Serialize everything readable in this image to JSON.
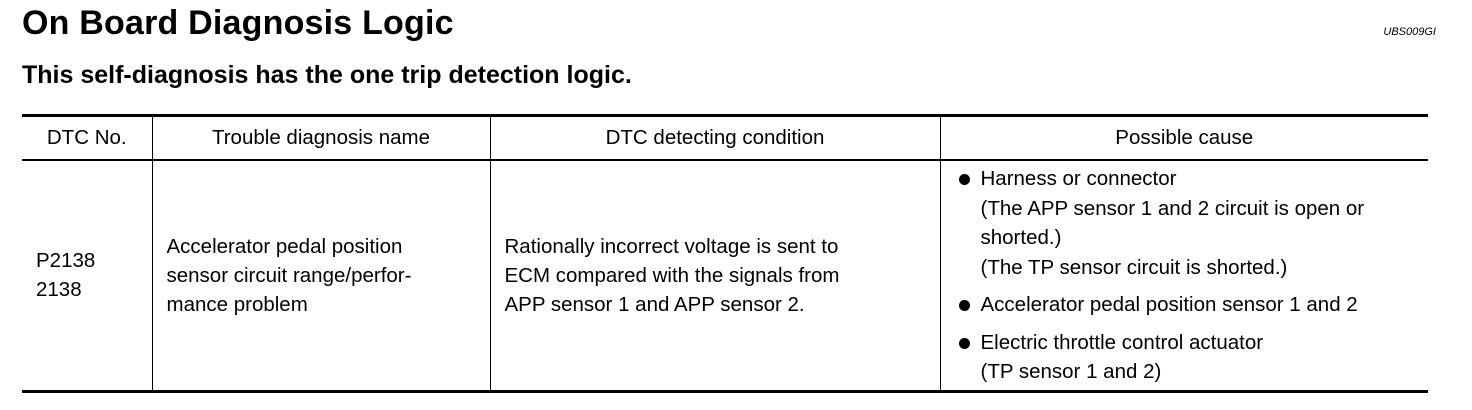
{
  "page": {
    "title": "On Board Diagnosis Logic",
    "ref_code": "UBS009GI",
    "subtitle": "This self-diagnosis has the one trip detection logic."
  },
  "table": {
    "headers": [
      "DTC No.",
      "Trouble diagnosis name",
      "DTC detecting condition",
      "Possible cause"
    ],
    "rows": [
      {
        "dtc_no": [
          "P2138",
          "2138"
        ],
        "name": [
          "Accelerator pedal position",
          "sensor circuit range/perfor-",
          "mance problem"
        ],
        "condition": [
          "Rationally incorrect voltage is sent to",
          "ECM compared with the signals from",
          "APP sensor 1 and APP sensor 2."
        ],
        "causes": [
          {
            "lines": [
              "Harness or connector",
              "(The APP sensor 1 and 2 circuit is open or",
              "shorted.)",
              "(The TP sensor circuit is shorted.)"
            ]
          },
          {
            "lines": [
              "Accelerator pedal position sensor 1 and 2"
            ]
          },
          {
            "lines": [
              "Electric throttle control actuator",
              "(TP sensor 1 and 2)"
            ]
          }
        ]
      }
    ]
  },
  "icons": {
    "bullet": "bullet-dot-icon"
  }
}
